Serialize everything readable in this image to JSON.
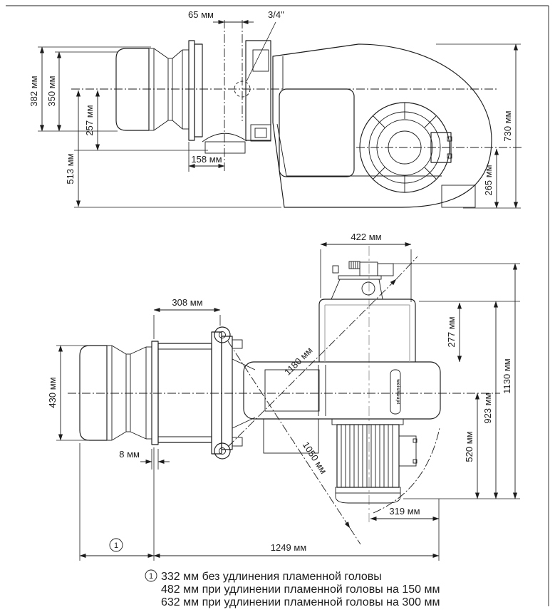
{
  "drawing": {
    "kind": "burner dimensional drawing",
    "units": "мм",
    "side_view": {
      "dims": {
        "d65": "65 мм",
        "d34": "3/4\"",
        "d382": "382 мм",
        "d350": "350 мм",
        "d257": "257 мм",
        "d513": "513 мм",
        "d158": "158 мм",
        "d730": "730 мм",
        "d265": "265 мм"
      }
    },
    "front_view": {
      "nameplate": "weishaupt",
      "dims": {
        "d422": "422 мм",
        "d308": "308 мм",
        "d430": "430 мм",
        "d8": "8 мм",
        "d277": "277 мм",
        "d1130": "1130 мм",
        "d923": "923 мм",
        "d520": "520 мм",
        "d319": "319 мм",
        "d1249": "1249 мм",
        "d1180": "1180 мм",
        "d1050": "1050 мм",
        "ref_marker": "1"
      }
    },
    "footnote": {
      "marker": "1",
      "lines": [
        "332 мм без удлинения пламенной головы",
        "482 мм при удлинении пламенной головы на 150 мм",
        "632 мм при удлинении пламенной головы на 300 мм"
      ]
    }
  }
}
